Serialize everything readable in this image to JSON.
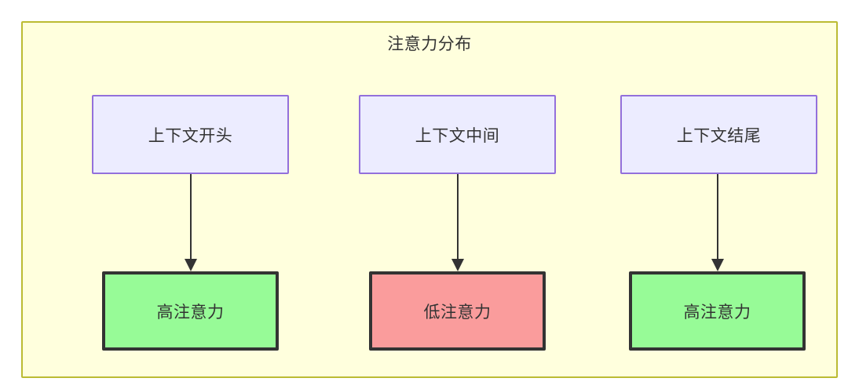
{
  "diagram": {
    "title": "注意力分布",
    "container": {
      "fill": "#ffffdd",
      "stroke": "#bbbb33"
    },
    "palette": {
      "context_fill": "#ececff",
      "context_stroke": "#9370db",
      "high_attention_fill": "#97fb97",
      "low_attention_fill": "#fa9c9c",
      "node_stroke": "#333333",
      "text": "#333333",
      "edge": "#333333"
    },
    "columns": [
      {
        "id": "start",
        "context": {
          "label": "上下文开头"
        },
        "attention": {
          "label": "高注意力",
          "level": "high"
        },
        "edge": {
          "arrowhead": "triangle-down"
        }
      },
      {
        "id": "middle",
        "context": {
          "label": "上下文中间"
        },
        "attention": {
          "label": "低注意力",
          "level": "low"
        },
        "edge": {
          "arrowhead": "triangle-down"
        }
      },
      {
        "id": "end",
        "context": {
          "label": "上下文结尾"
        },
        "attention": {
          "label": "高注意力",
          "level": "high"
        },
        "edge": {
          "arrowhead": "triangle-down"
        }
      }
    ]
  }
}
